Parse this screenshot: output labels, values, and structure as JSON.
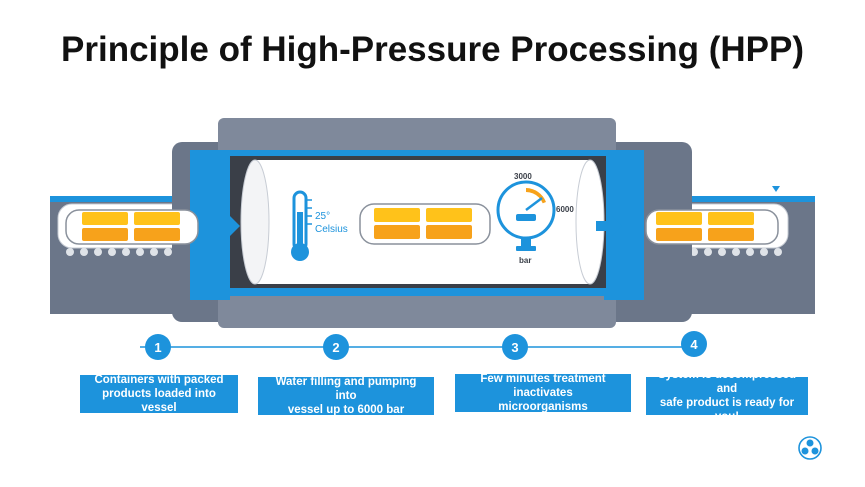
{
  "title": "Principle of High-Pressure Processing (HPP)",
  "thermometer": {
    "line1": "25°",
    "line2": "Celsius"
  },
  "gauge": {
    "label_top": "3000",
    "label_right": "6000",
    "unit": "bar"
  },
  "steps": [
    {
      "number": "1",
      "text": "Containers with packed\nproducts loaded into vessel"
    },
    {
      "number": "2",
      "text": "Water filling and pumping into\nvessel up to 6000 bar"
    },
    {
      "number": "3",
      "text": "Few minutes treatment inactivates\nmicroorganisms"
    },
    {
      "number": "4",
      "text": "System is decompressed and\nsafe product is ready for you!"
    }
  ],
  "colors": {
    "blue": "#1d93dc",
    "gray": "#6b7689",
    "dark": "#3a3f48",
    "orange": "#f7a21b",
    "yellow": "#ffc21a"
  },
  "logo_icon": "thyssenkrupp-logo-icon"
}
